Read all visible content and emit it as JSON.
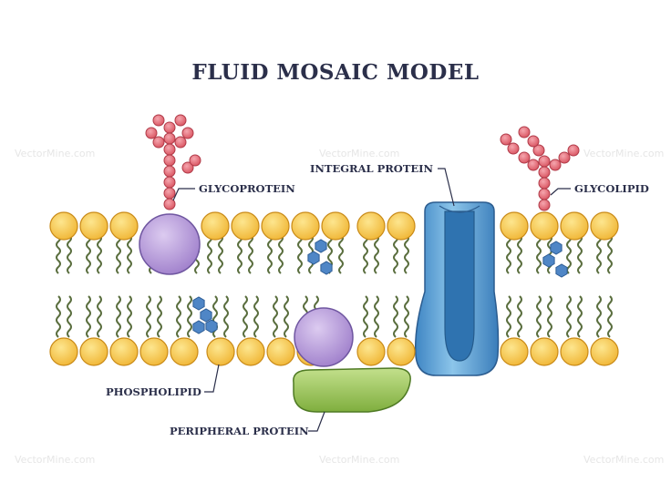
{
  "title": "FLUID MOSAIC MODEL",
  "labels": {
    "glycoprotein": "GLYCOPROTEIN",
    "integral_protein": "INTEGRAL PROTEIN",
    "glycolipid": "GLYCOLIPID",
    "phospholipid": "PHOSPHOLIPID",
    "peripheral_protein": "PERIPHERAL PROTEIN"
  },
  "watermark": "VectorMine.com",
  "colors": {
    "head": "#f5c24a",
    "tail": "#5a6e3e",
    "glyco_protein": "#b89ad8",
    "integral_protein": "#6aaedc",
    "peripheral_green": "#9cc75a",
    "sugar_bead": "#e46d7b",
    "cholesterol": "#4f86c6",
    "ink": "#2b2f4a"
  }
}
